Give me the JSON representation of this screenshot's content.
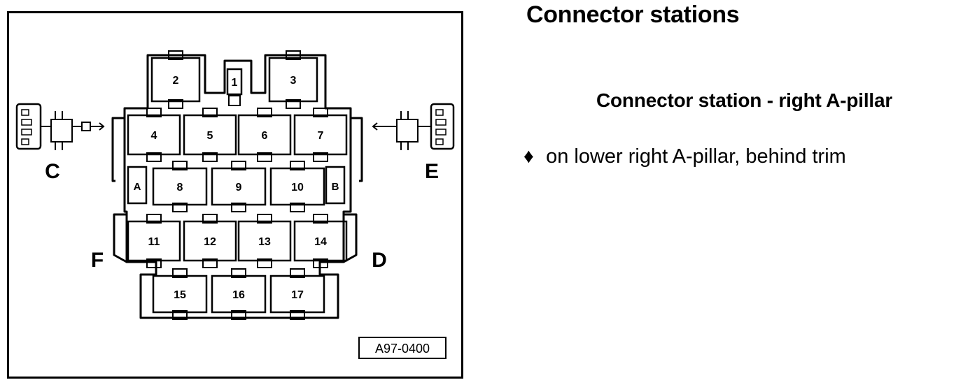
{
  "title": "Connector stations",
  "section": {
    "heading": "Connector station - right A-pillar",
    "bullet_glyph": "♦",
    "bullet_text": "on lower right A-pillar, behind trim"
  },
  "diagram": {
    "figure_id": "A97-0400",
    "station_labels": {
      "c": "C",
      "e": "E",
      "f": "F",
      "d": "D"
    },
    "connectors": [
      "1",
      "2",
      "3",
      "4",
      "5",
      "6",
      "7",
      "8",
      "9",
      "10",
      "11",
      "12",
      "13",
      "14",
      "15",
      "16",
      "17"
    ],
    "relay_labels": {
      "a": "A",
      "b": "B"
    }
  }
}
